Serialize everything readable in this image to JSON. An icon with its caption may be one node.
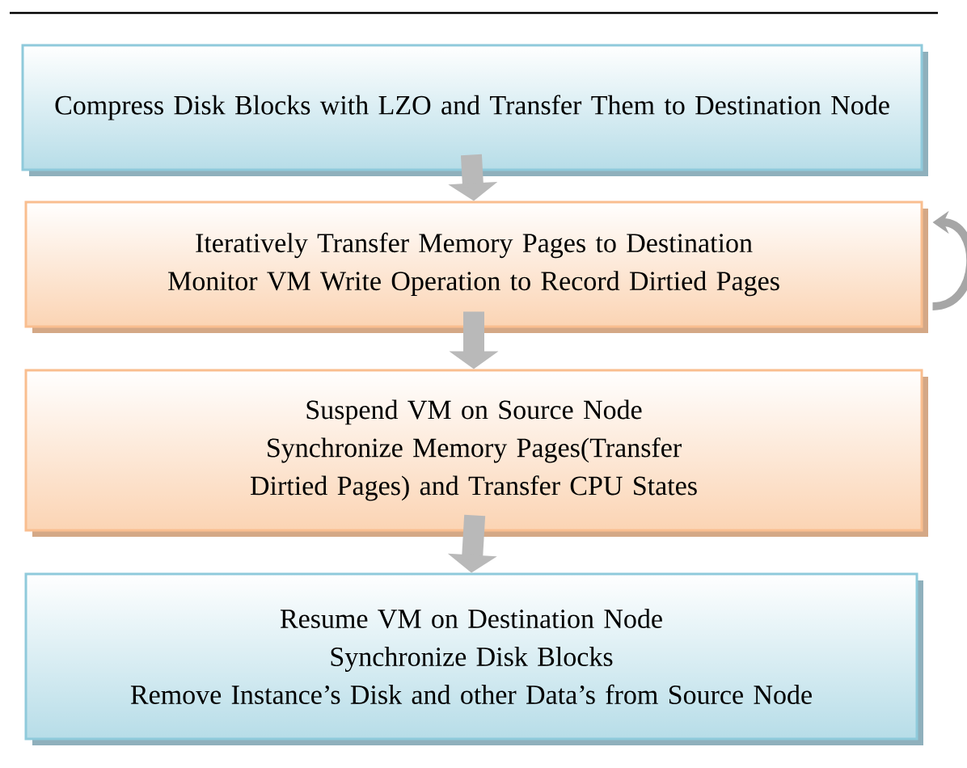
{
  "diagram": {
    "nodes": [
      {
        "text": [
          "Compress Disk Blocks with LZO and Transfer Them to Destination Node"
        ]
      },
      {
        "text": [
          "Iteratively Transfer Memory Pages to Destination",
          "Monitor VM Write Operation to Record Dirtied Pages"
        ]
      },
      {
        "text": [
          "Suspend VM on Source Node",
          "Synchronize Memory Pages(Transfer Dirtied Pages) and Transfer CPU States"
        ]
      },
      {
        "text": [
          "Resume VM on Destination Node",
          "Synchronize Disk Blocks",
          "Remove Instance’s Disk and other Data’s from Source Node"
        ]
      }
    ],
    "edges": [
      {
        "from": 0,
        "to": 1,
        "arrow": "to"
      },
      {
        "from": 1,
        "to": 2,
        "arrow": "to"
      },
      {
        "from": 2,
        "to": 3,
        "arrow": "to"
      },
      {
        "from": 1,
        "to": 1,
        "arrow": "to"
      }
    ]
  }
}
